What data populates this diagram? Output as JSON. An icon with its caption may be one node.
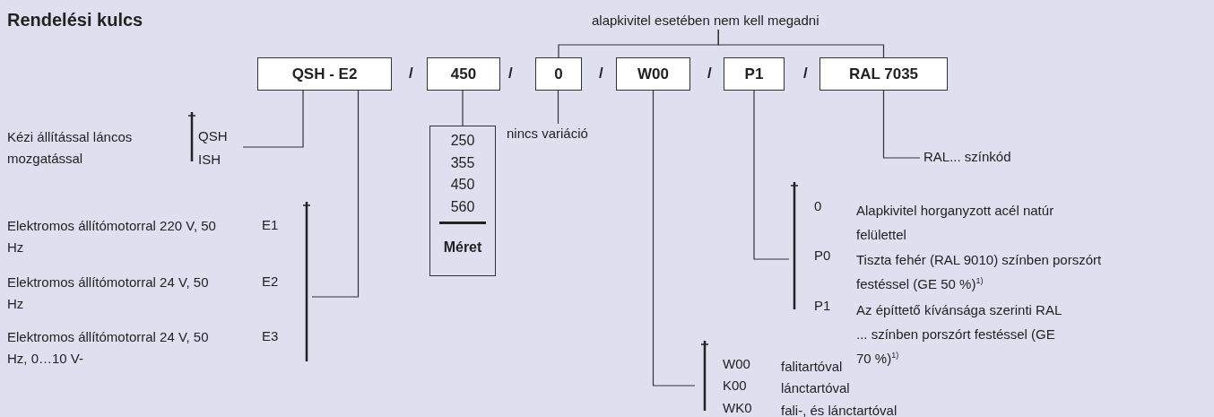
{
  "diagram": {
    "title": "Rendelési kulcs",
    "nodes": [
      {
        "text": [
          "QSH - E2"
        ]
      },
      {
        "text": [
          "450"
        ]
      },
      {
        "text": [
          "0"
        ]
      },
      {
        "text": [
          "W00"
        ]
      },
      {
        "text": [
          "P1"
        ]
      },
      {
        "text": [
          "RAL 7035"
        ]
      },
      {
        "text": [
          "250",
          "355",
          "450",
          "560",
          "Méret"
        ]
      },
      {
        "text": [
          "alapkivitel esetében nem kell megadni"
        ]
      },
      {
        "text": [
          "QSH",
          "ISH"
        ]
      },
      {
        "text": [
          "E1",
          "E2",
          "E3"
        ],
        "beside": [
          "Elektromos állítómotorral 220 V, 50 Hz",
          "Elektromos állítómotorral 24 V, 50 Hz",
          "Elektromos állítómotorral 24 V, 50 Hz, 0…10 V-"
        ]
      },
      {
        "text": [
          "nincs variáció"
        ]
      },
      {
        "text": [
          "RAL... színkód"
        ]
      },
      {
        "text": [
          "0",
          "P0",
          "P1"
        ],
        "beside": [
          "Alapkivitel horganyzott acél natúr felülettel",
          "Tiszta fehér (RAL 9010) színben porszórt festéssel (GE 50 %)$^{1)}$",
          "Az építtető kívánsága szerinti RAL ... színben porszórt festéssel (GE 70 %)$^{1)}$"
        ]
      },
      {
        "text": [
          "W00",
          "K00",
          "WK0"
        ],
        "beside": [
          "falitartóval",
          "lánctartóval",
          "fali-, és lánctartóval"
        ]
      }
    ],
    "edges": [
      {
        "from": 0,
        "to": 8,
        "arrow": "none"
      },
      {
        "from": 0,
        "to": 9,
        "arrow": "none"
      },
      {
        "from": 1,
        "to": 6,
        "arrow": "none"
      },
      {
        "from": 2,
        "to": 10,
        "arrow": "none"
      },
      {
        "from": 4,
        "to": 12,
        "arrow": "none"
      },
      {
        "from": 3,
        "to": 13,
        "arrow": "none"
      },
      {
        "from": 5,
        "to": 11,
        "arrow": "none"
      },
      {
        "from": 7,
        "to": 2,
        "arrow": "none"
      },
      {
        "from": 7,
        "to": 5,
        "arrow": "none"
      }
    ],
    "labels": [
      "/",
      "/",
      "/",
      "/",
      "/",
      "Kézi állítással láncos mozgatással"
    ]
  }
}
